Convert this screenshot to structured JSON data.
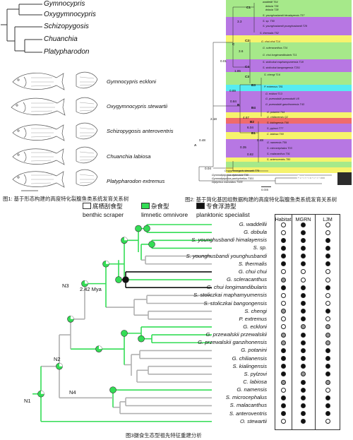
{
  "top_left_tree": {
    "taxa": [
      "Gymnocypris",
      "Oxygymnocypris",
      "Schizopygosis",
      "Chuanchia",
      "Platypharodon"
    ]
  },
  "fish_drawings": {
    "species": [
      "Gymnocypris eckloni",
      "Oxygymnocypris stewartii",
      "Schizopygosis anteroventris",
      "Chuanchia labiosa",
      "Platypharodon extremus"
    ]
  },
  "captions": {
    "fig1": "图1: 基于形态构建的高度特化裂腹鱼类系统发育关系树",
    "fig2": "图2: 基于简化基因组数据构建的高度特化裂腹鱼类系统发育关系树",
    "fig3": "图3摄食生态型祖先特征重建分析"
  },
  "top_right_tree": {
    "tips": [
      "waddellii T64",
      "dobula T36",
      "dobula T38",
      "S. younghusbandi himalayensis T37",
      "S. sp. T50",
      "S. younghusbandi younghusbandi T29",
      "S. thermalis T52",
      "G. chui chui T14",
      "G. scleracanthus T24",
      "G. chui longimandibularis T11",
      "S. stoliczkai maphamyumensis T18",
      "S. stoliczkai bangongensis T201",
      "S. chengi T16",
      "P. extremus T81",
      "G. eckloni T13",
      "G. przewalskii przewalskii U5",
      "G. przewalskii ganzihonensis T43",
      "G. potanini T44",
      "G. chilianensis Q2",
      "S. kialingensis T90",
      "S. pylzovi T77",
      "C. labiosa T60",
      "G. namensis T59",
      "S. microcephalus T03",
      "S. malacanthus T91",
      "S. anteroventris T80",
      "Oxygymnocypris stewartii T79",
      "Gymnodiptychus dybowskii T99",
      "Gymnodiptychus pachycheilus T101",
      "Diptychus maculatus T100"
    ],
    "node_labels": [
      "C",
      "C1",
      "C2",
      "C4",
      "C3",
      "B2",
      "B1",
      "B",
      "A",
      "B3",
      "B4"
    ],
    "node_values": [
      "0.01",
      "3.3",
      "3.6",
      "1.85",
      "0.89",
      "4.67",
      "6.04",
      "0.84",
      "2.18",
      "0.48",
      "0.35",
      "0.82",
      "0.48",
      "0.04"
    ],
    "outgroup_label": "Outgroup",
    "scale_label": "0.005"
  },
  "legend": {
    "items": [
      {
        "zh": "底栖刮食型",
        "en": "benthic scraper",
        "color": "#ffffff"
      },
      {
        "zh": "杂食型",
        "en": "limnetic omnivore",
        "color": "#33dd55"
      },
      {
        "zh": "专食浮游型",
        "en": "planktonic specialist",
        "color": "#111111"
      }
    ]
  },
  "bottom_tree": {
    "nodes": {
      "n1": "N1",
      "n2": "N2",
      "n3": "N3",
      "n4": "N4",
      "age": "2.42 Mya"
    },
    "tips": [
      "G. waddellii",
      "G. dobula",
      "S. younghusbandi himalayensis",
      "S. sp.",
      "S. younghusbandi younghusbandi",
      "S. thermalis",
      "G. chui chui",
      "G. scleracanthus",
      "G. chui longimandibularis",
      "S. stoliczkai maphamyumensis",
      "S. stoliczkai bangongensis",
      "S. chengi",
      "P. extremus",
      "G. eckloni",
      "G. przewalskii przewalskii",
      "G. przewalskii ganzihonensis",
      "G. potanini",
      "G. chilianensis",
      "S. kialingensis",
      "S. pylzovi",
      "C. labiosa",
      "G. namensis",
      "S. microcephalus",
      "S. malacanthus",
      "S. anteroventris",
      "O. stewartii"
    ]
  },
  "trait_table": {
    "columns": [
      "Habitat",
      "MGRN",
      "LJM"
    ],
    "rows": [
      [
        "empty",
        "black",
        "empty"
      ],
      [
        "empty",
        "black",
        "empty"
      ],
      [
        "black",
        "black",
        "black"
      ],
      [
        "black",
        "black",
        "black"
      ],
      [
        "black",
        "black",
        "black"
      ],
      [
        "black",
        "black",
        "black"
      ],
      [
        "empty",
        "empty",
        "empty"
      ],
      [
        "gray",
        "empty",
        "empty"
      ],
      [
        "black",
        "black",
        "black"
      ],
      [
        "empty",
        "black",
        "empty"
      ],
      [
        "empty",
        "black",
        "empty"
      ],
      [
        "gray",
        "black",
        "black"
      ],
      [
        "empty",
        "black",
        "empty"
      ],
      [
        "empty",
        "gray",
        "gray"
      ],
      [
        "gray",
        "black",
        "gray"
      ],
      [
        "gray",
        "black",
        "gray"
      ],
      [
        "black",
        "black",
        "black"
      ],
      [
        "black",
        "black",
        "black"
      ],
      [
        "black",
        "black",
        "black"
      ],
      [
        "black",
        "gray",
        "black"
      ],
      [
        "gray",
        "black",
        "gray"
      ],
      [
        "empty",
        "black",
        "empty"
      ],
      [
        "black",
        "black",
        "black"
      ],
      [
        "black",
        "black",
        "black"
      ],
      [
        "black",
        "black",
        "black"
      ],
      [
        "empty",
        "black",
        "empty"
      ]
    ]
  },
  "colors": {
    "green": "#33dd55",
    "black": "#111111",
    "gray": "#999999",
    "band_green": "#a6e98a",
    "band_purple": "#b777e3",
    "band_yellow": "#f6f36d",
    "band_red": "#ef6b6b",
    "band_cyan": "#56ecf2",
    "band_dark": "#2c2c2c"
  }
}
